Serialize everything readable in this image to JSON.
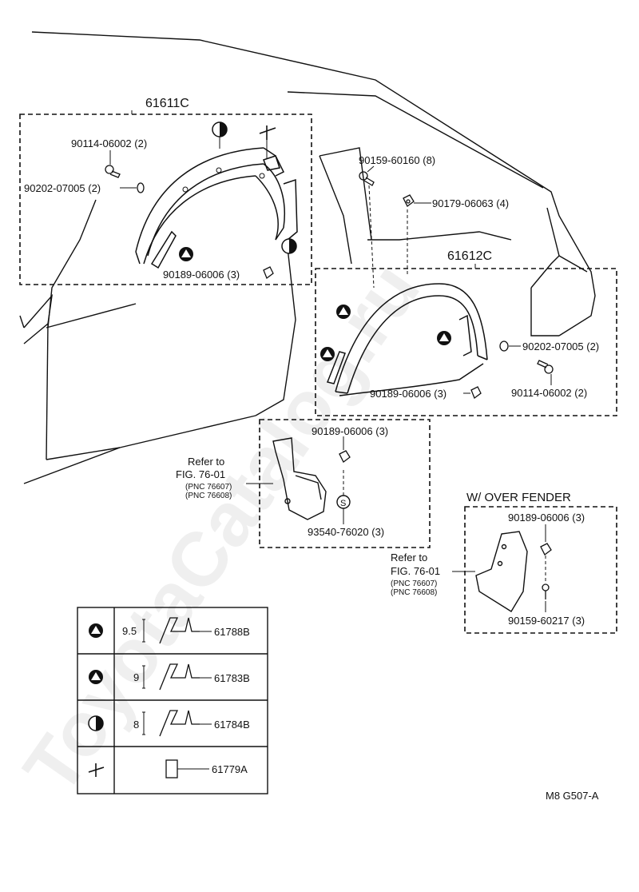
{
  "assemblies": {
    "left_assembly": "61611C",
    "right_assembly": "61612C"
  },
  "left_parts": {
    "bolt": "90114-06002 (2)",
    "washer": "90202-07005 (2)",
    "clip": "90189-06006 (3)"
  },
  "center_parts": {
    "screw": "90159-60160 (8)",
    "nut": "90179-06063 (4)"
  },
  "right_parts": {
    "washer": "90202-07005 (2)",
    "clip": "90189-06006 (3)",
    "bolt": "90114-06002 (2)"
  },
  "mudguard_std": {
    "clip": "90189-06006 (3)",
    "rivet": "93540-76020 (3)",
    "refer_line1": "Refer to",
    "refer_line2": "FIG. 76-01",
    "pnc1": "(PNC 76607)",
    "pnc2": "(PNC 76608)"
  },
  "mudguard_over": {
    "title": "W/ OVER FENDER",
    "clip": "90189-06006 (3)",
    "screw": "90159-60217 (3)",
    "refer_line1": "Refer to",
    "refer_line2": "FIG. 76-01",
    "pnc1": "(PNC 76607)",
    "pnc2": "(PNC 76608)"
  },
  "legend": [
    {
      "symbol": "triangle-circle",
      "dim": "9.5",
      "part": "61788B"
    },
    {
      "symbol": "triangle-circle",
      "dim": "9",
      "part": "61783B"
    },
    {
      "symbol": "half-circle",
      "dim": "8",
      "part": "61784B"
    },
    {
      "symbol": "cross-mark",
      "dim": "",
      "part": "61779A"
    }
  ],
  "footer_code": "M8  G507-A",
  "watermark": "ToyotaCatalog.ru"
}
